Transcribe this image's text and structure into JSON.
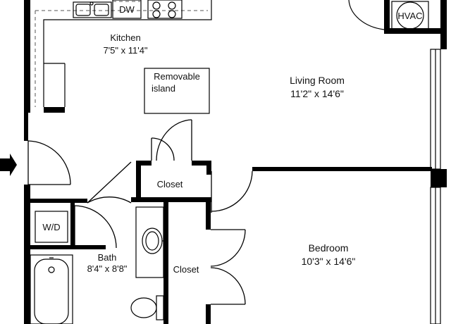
{
  "rooms": {
    "kitchen": {
      "name": "Kitchen",
      "dims": "7'5\" x 11'4\""
    },
    "living": {
      "name": "Living Room",
      "dims": "11'2\" x 14'6\""
    },
    "bedroom": {
      "name": "Bedroom",
      "dims": "10'3\" x 14'6\""
    },
    "bath": {
      "name": "Bath",
      "dims": "8'4\" x 8'8\""
    }
  },
  "fixtures": {
    "dishwasher": "DW",
    "hvac": "HVAC",
    "washer_dryer": "W/D",
    "island_line1": "Removable",
    "island_line2": "island",
    "closet_upper": "Closet",
    "closet_lower": "Closet"
  }
}
